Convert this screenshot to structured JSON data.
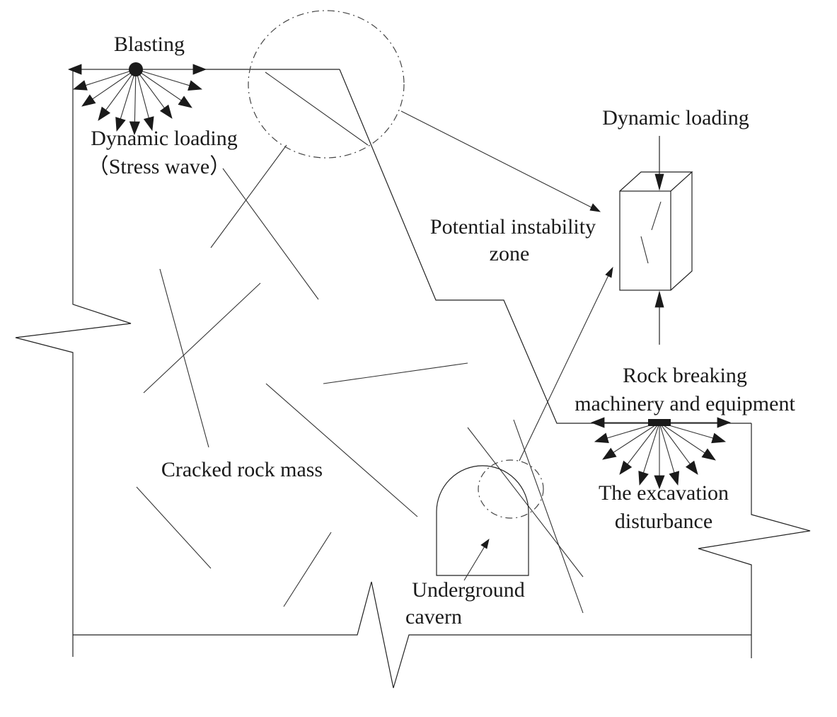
{
  "labels": {
    "blasting": "Blasting",
    "dynamic_loading_left": "Dynamic loading",
    "stress_wave": "（Stress wave）",
    "dynamic_loading_right": "Dynamic loading",
    "potential_line1": "Potential instability",
    "potential_line2": "zone",
    "rock_breaking_line1": "Rock breaking",
    "rock_breaking_line2": "machinery and equipment",
    "excavation_line1": "The excavation",
    "excavation_line2": "disturbance",
    "cracked_rock_mass": "Cracked rock mass",
    "cavern_line1": "Underground",
    "cavern_line2": "cavern"
  }
}
